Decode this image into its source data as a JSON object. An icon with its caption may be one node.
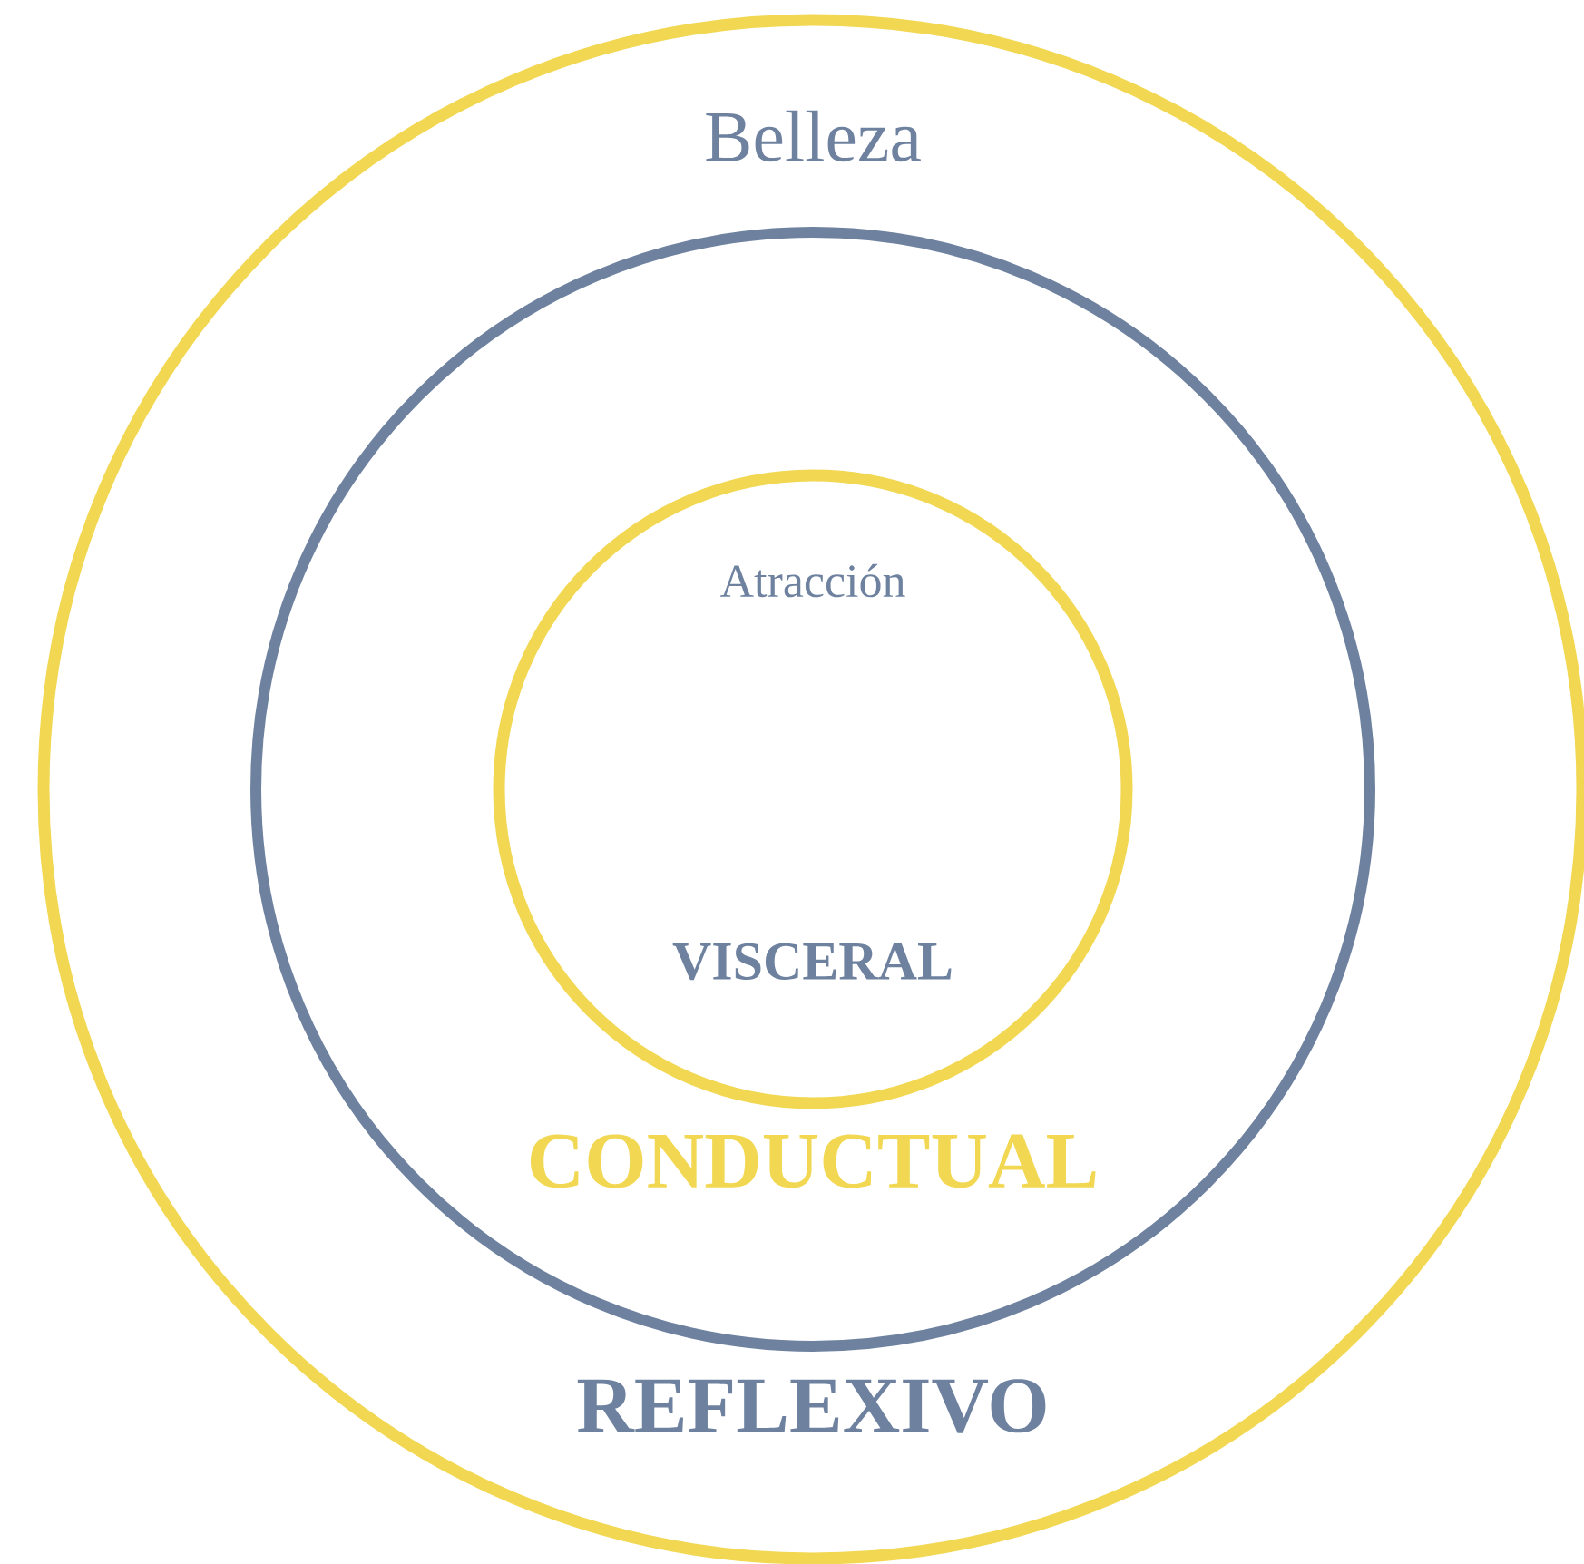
{
  "diagram": {
    "nodes": [
      {
        "text": [
          "Belleza",
          "REFLEXIVO"
        ]
      },
      {
        "text": [
          "CONDUCTUAL"
        ],
        "in": 0
      },
      {
        "text": [
          "Atracción",
          "VISCERAL"
        ],
        "in": 1
      }
    ]
  }
}
